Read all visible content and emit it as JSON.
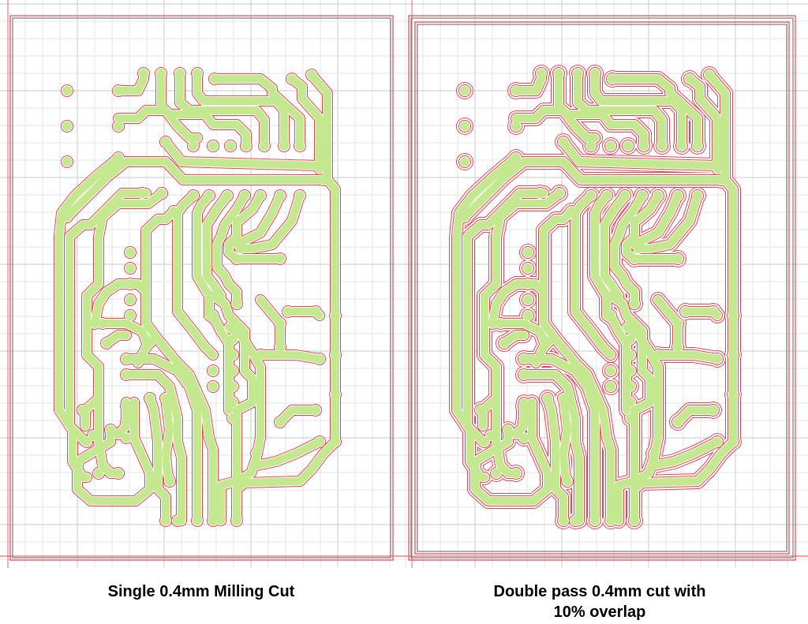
{
  "panels": [
    {
      "caption": "Single 0.4mm Milling Cut",
      "passes": 1
    },
    {
      "caption": "Double pass 0.4mm cut with\n10% overlap",
      "passes": 2
    }
  ],
  "colors": {
    "copper": "#c4e890",
    "toolpath": "#e8424e",
    "grid_minor": "#e6e6e6",
    "grid_major": "#c8c8c8",
    "background": "#ffffff"
  }
}
